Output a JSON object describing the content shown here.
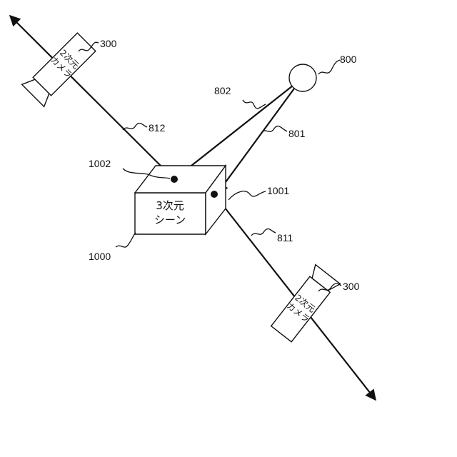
{
  "labels": {
    "camera_top": "300",
    "camera_bottom": "300",
    "light_source": "800",
    "ray_802": "802",
    "ray_801": "801",
    "ray_812": "812",
    "ray_811": "811",
    "point_1002": "1002",
    "point_1001": "1001",
    "scene_ref": "1000"
  },
  "camera": {
    "line1": "2次元",
    "line2": "カメラ"
  },
  "scene": {
    "line1": "3次元",
    "line2": "シーン"
  }
}
